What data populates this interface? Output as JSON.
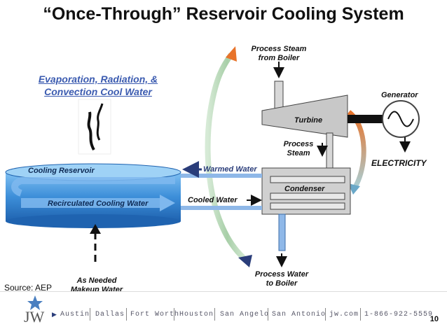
{
  "title": "“Once-Through” Reservoir Cooling System",
  "labels": {
    "process_steam_from_boiler": [
      "Process Steam",
      "from Boiler"
    ],
    "evaporation": [
      "Evaporation, Radiation, &",
      "Convection Cool Water"
    ],
    "generator": "Generator",
    "turbine": "Turbine",
    "process_steam": [
      "Process",
      "Steam"
    ],
    "electricity": "ELECTRICITY",
    "cooling_reservoir": "Cooling Reservoir",
    "warmed_water": "Warmed Water",
    "condenser": "Condenser",
    "recirculated": "Recirculated Cooling Water",
    "cooled_water": "Cooled Water",
    "process_water_to_boiler": [
      "Process Water",
      "to Boiler"
    ],
    "makeup_water": [
      "As Needed",
      "Makeup Water"
    ],
    "source": "Source: AEP"
  },
  "footer": {
    "logo": "JW",
    "locations": [
      "Austin",
      "Dallas",
      "Fort Worth",
      "Houston",
      "San Angelo",
      "San Antonio",
      "jw.com",
      "1-866-922-5559"
    ],
    "page_number": "10"
  },
  "colors": {
    "reservoir": "#3d8fd9",
    "arrow_navy": "#2a3d7a",
    "orange": "#e8732a",
    "turbine_grey": "#c8c8c8",
    "pipe_blue": "#8fb8e8"
  }
}
